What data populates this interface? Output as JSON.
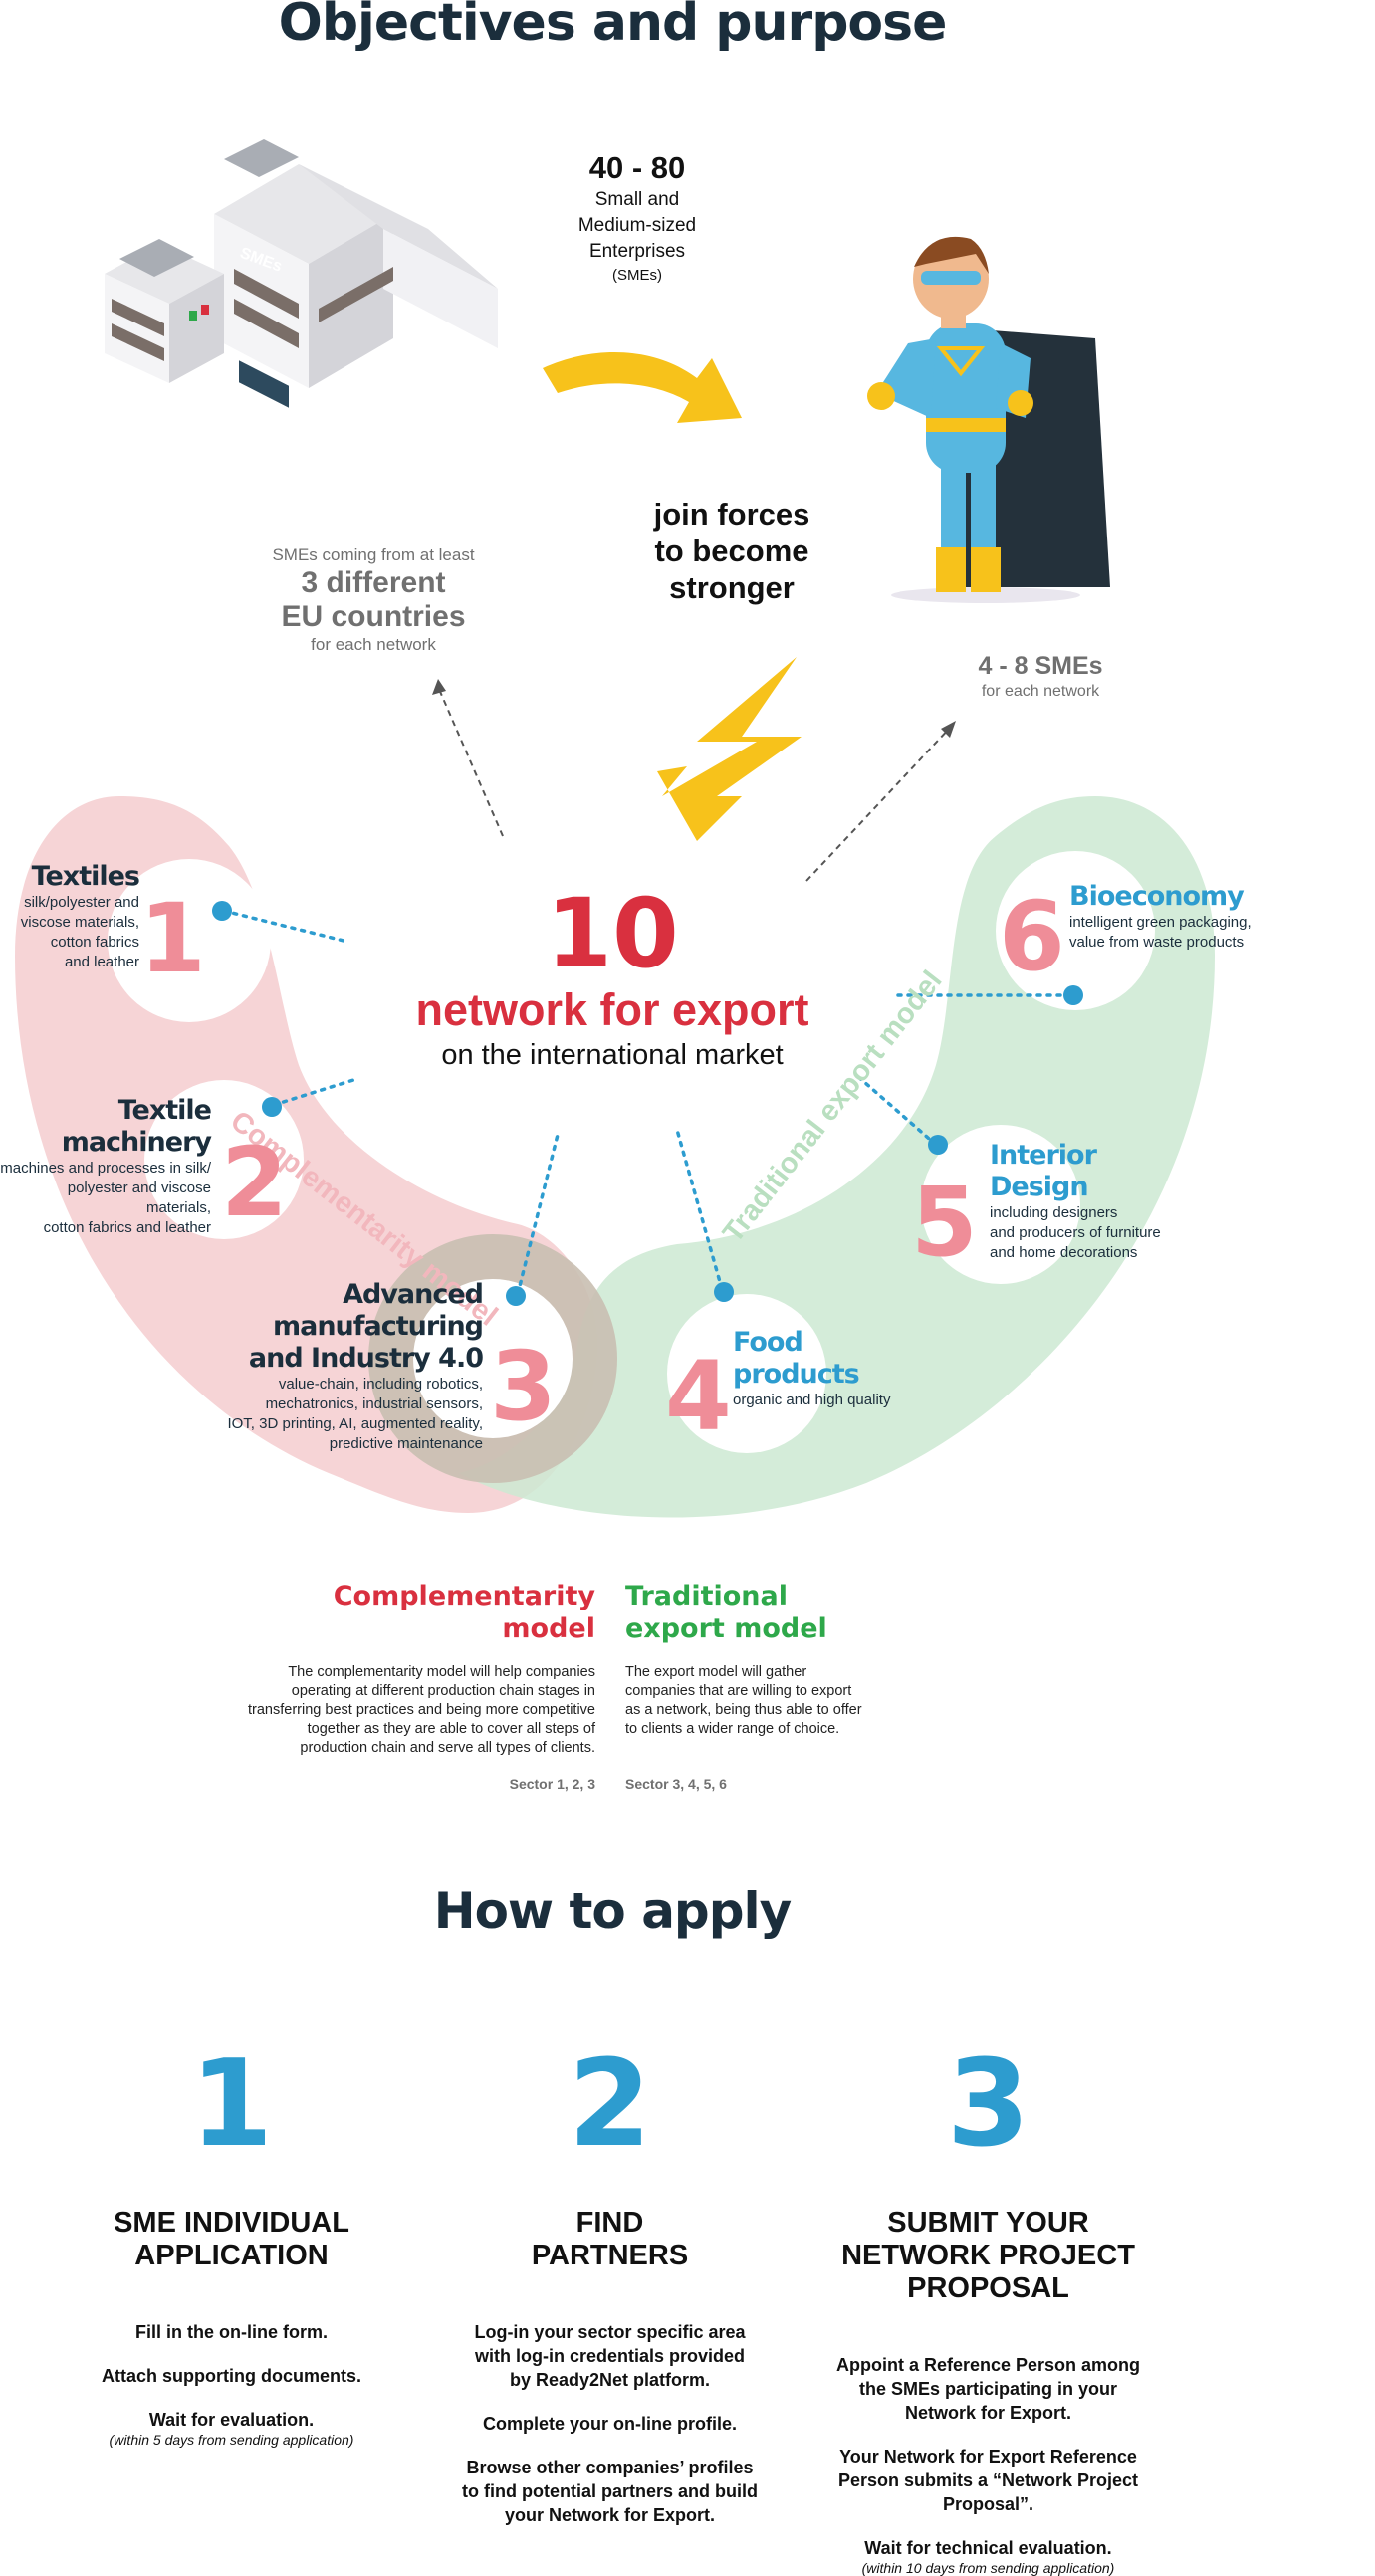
{
  "header": {
    "title": "Objectives and purpose"
  },
  "smes": {
    "range": "40 - 80",
    "line1": "Small and",
    "line2": "Medium-sized",
    "line3": "Enterprises",
    "abbr": "(SMEs)",
    "building_sign": "SMEs"
  },
  "join": {
    "line1": "join forces",
    "line2": "to become",
    "line3": "stronger"
  },
  "countries": {
    "pre": "SMEs coming from at least",
    "main1": "3 different",
    "main2": "EU countries",
    "post": "for each network"
  },
  "per_network": {
    "main": "4 - 8 SMEs",
    "post": "for each network"
  },
  "center": {
    "number": "10",
    "title": "network for export",
    "subtitle": "on the international market"
  },
  "models": {
    "left_label": "Complementarity model",
    "right_label": "Traditional export model"
  },
  "sectors": [
    {
      "num": "1",
      "title": "Textiles",
      "desc1": "silk/polyester and",
      "desc2": "viscose materials,",
      "desc3": "cotton fabrics",
      "desc4": "and leather"
    },
    {
      "num": "2",
      "title1": "Textile",
      "title2": "machinery",
      "desc1": "machines and processes in silk/",
      "desc2": "polyester and viscose materials,",
      "desc3": "cotton fabrics and leather"
    },
    {
      "num": "3",
      "title1": "Advanced",
      "title2": "manufacturing",
      "title3": "and Industry 4.0",
      "desc1": "value-chain, including robotics,",
      "desc2": "mechatronics, industrial sensors,",
      "desc3": "IOT, 3D printing, AI, augmented reality,",
      "desc4": "predictive maintenance"
    },
    {
      "num": "4",
      "title1": "Food",
      "title2": "products",
      "desc1": "organic and high quality"
    },
    {
      "num": "5",
      "title1": "Interior",
      "title2": "Design",
      "desc1": "including designers",
      "desc2": "and producers of furniture",
      "desc3": "and home decorations"
    },
    {
      "num": "6",
      "title": "Bioeconomy",
      "desc1": "intelligent green packaging,",
      "desc2": "value from waste products"
    }
  ],
  "complementarity": {
    "title1": "Complementarity",
    "title2": "model",
    "desc1": "The complementarity model will help companies",
    "desc2": "operating at different production chain stages in",
    "desc3": "transferring best practices and being more competitive",
    "desc4": "together as they are able to cover all steps of",
    "desc5": "production chain and serve all types of clients.",
    "sectors": "Sector 1,  2,  3"
  },
  "traditional": {
    "title1": "Traditional",
    "title2": "export model",
    "desc1": "The export model will gather",
    "desc2": "companies that are willing to export",
    "desc3": "as a network, being thus able to offer",
    "desc4": "to clients a wider range of choice.",
    "sectors": "Sector 3, 4, 5, 6"
  },
  "apply": {
    "title": "How to apply",
    "steps": [
      {
        "num": "1",
        "head1": "SME INDIVIDUAL",
        "head2": "APPLICATION",
        "p1": "Fill in the on-line form.",
        "p2": "Attach supporting documents.",
        "p3": "Wait for evaluation.",
        "note": "(within 5 days from sending application)"
      },
      {
        "num": "2",
        "head1": "FIND",
        "head2": "PARTNERS",
        "p1a": "Log-in your sector specific area",
        "p1b": "with log-in credentials provided",
        "p1c": "by Ready2Net platform.",
        "p2": "Complete your on-line profile.",
        "p3a": "Browse other companies’ profiles",
        "p3b": "to find potential partners and build",
        "p3c": "your Network for Export."
      },
      {
        "num": "3",
        "head1": "SUBMIT YOUR",
        "head2": "NETWORK PROJECT",
        "head3": "PROPOSAL",
        "p1a": "Appoint a Reference Person among",
        "p1b": "the SMEs participating in your",
        "p1c": "Network for Export.",
        "p2a": "Your Network for Export Reference",
        "p2b": "Person submits a “Network Project",
        "p2c": "Proposal”.",
        "p3": "Wait for technical evaluation.",
        "note": "(within 10 days from sending application)"
      }
    ]
  },
  "colors": {
    "navy": "#1b2e3c",
    "blue": "#2d9ccf",
    "red": "#d9303f",
    "pink": "#ef8d98",
    "green": "#2ea84a",
    "arrow": "#f7c21b"
  }
}
